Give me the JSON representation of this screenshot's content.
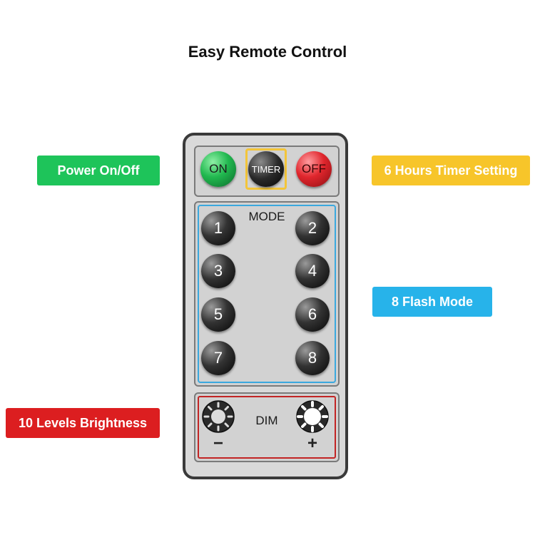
{
  "title": "Easy Remote Control",
  "labels": {
    "power": "Power On/Off",
    "timer": "6 Hours Timer Setting",
    "flash": "8 Flash Mode",
    "brightness": "10 Levels Brightness"
  },
  "buttons": {
    "on": "ON",
    "timer": "TIMER",
    "off": "OFF"
  },
  "mode": {
    "label": "MODE",
    "numbers": [
      "1",
      "2",
      "3",
      "4",
      "5",
      "6",
      "7",
      "8"
    ]
  },
  "dim": {
    "label": "DIM",
    "minus": "−",
    "plus": "+"
  },
  "colors": {
    "power_tag": "#1ec45a",
    "timer_tag": "#f7c52a",
    "flash_tag": "#27b3ea",
    "brightness_tag": "#dc1e20"
  }
}
